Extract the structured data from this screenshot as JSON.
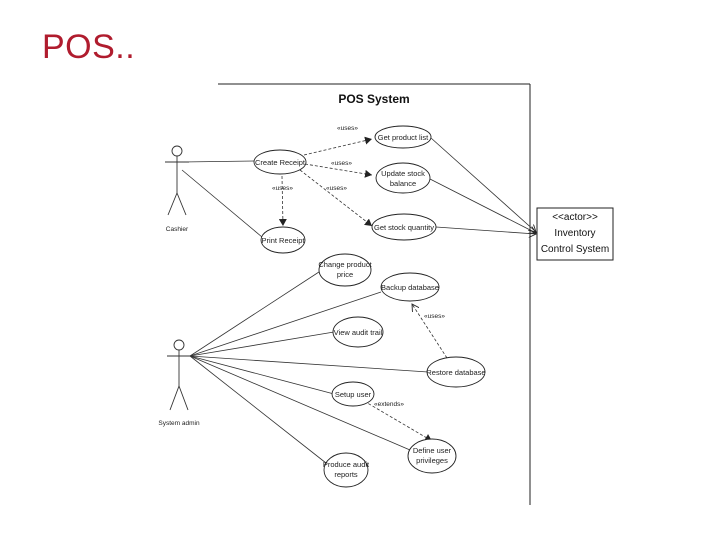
{
  "slide": {
    "title": "POS.."
  },
  "diagram": {
    "system_title": "POS System",
    "actors": [
      {
        "name": "Cashier"
      },
      {
        "name": "System admin"
      }
    ],
    "external_actor": {
      "stereotype": "<<actor>>",
      "line1": "Inventory",
      "line2": "Control System"
    },
    "use_cases": [
      {
        "id": "get_product_list",
        "lines": [
          "Get product list"
        ]
      },
      {
        "id": "create_receipt",
        "lines": [
          "Create Receipt"
        ]
      },
      {
        "id": "update_stock_balance",
        "lines": [
          "Update stock",
          "balance"
        ]
      },
      {
        "id": "get_stock_quantity",
        "lines": [
          "Get stock quantity"
        ]
      },
      {
        "id": "print_receipt",
        "lines": [
          "Print Receipt"
        ]
      },
      {
        "id": "change_product_price",
        "lines": [
          "Change product",
          "price"
        ]
      },
      {
        "id": "backup_database",
        "lines": [
          "Backup database"
        ]
      },
      {
        "id": "view_audit_trail",
        "lines": [
          "View audit trail"
        ]
      },
      {
        "id": "restore_database",
        "lines": [
          "Restore database"
        ]
      },
      {
        "id": "setup_user",
        "lines": [
          "Setup user"
        ]
      },
      {
        "id": "define_user_privileges",
        "lines": [
          "Define user",
          "privileges"
        ]
      },
      {
        "id": "produce_audit_reports",
        "lines": [
          "Produce audit",
          "reports"
        ]
      }
    ],
    "relation_labels": {
      "uses": "«uses»",
      "extends": "«extends»"
    }
  }
}
